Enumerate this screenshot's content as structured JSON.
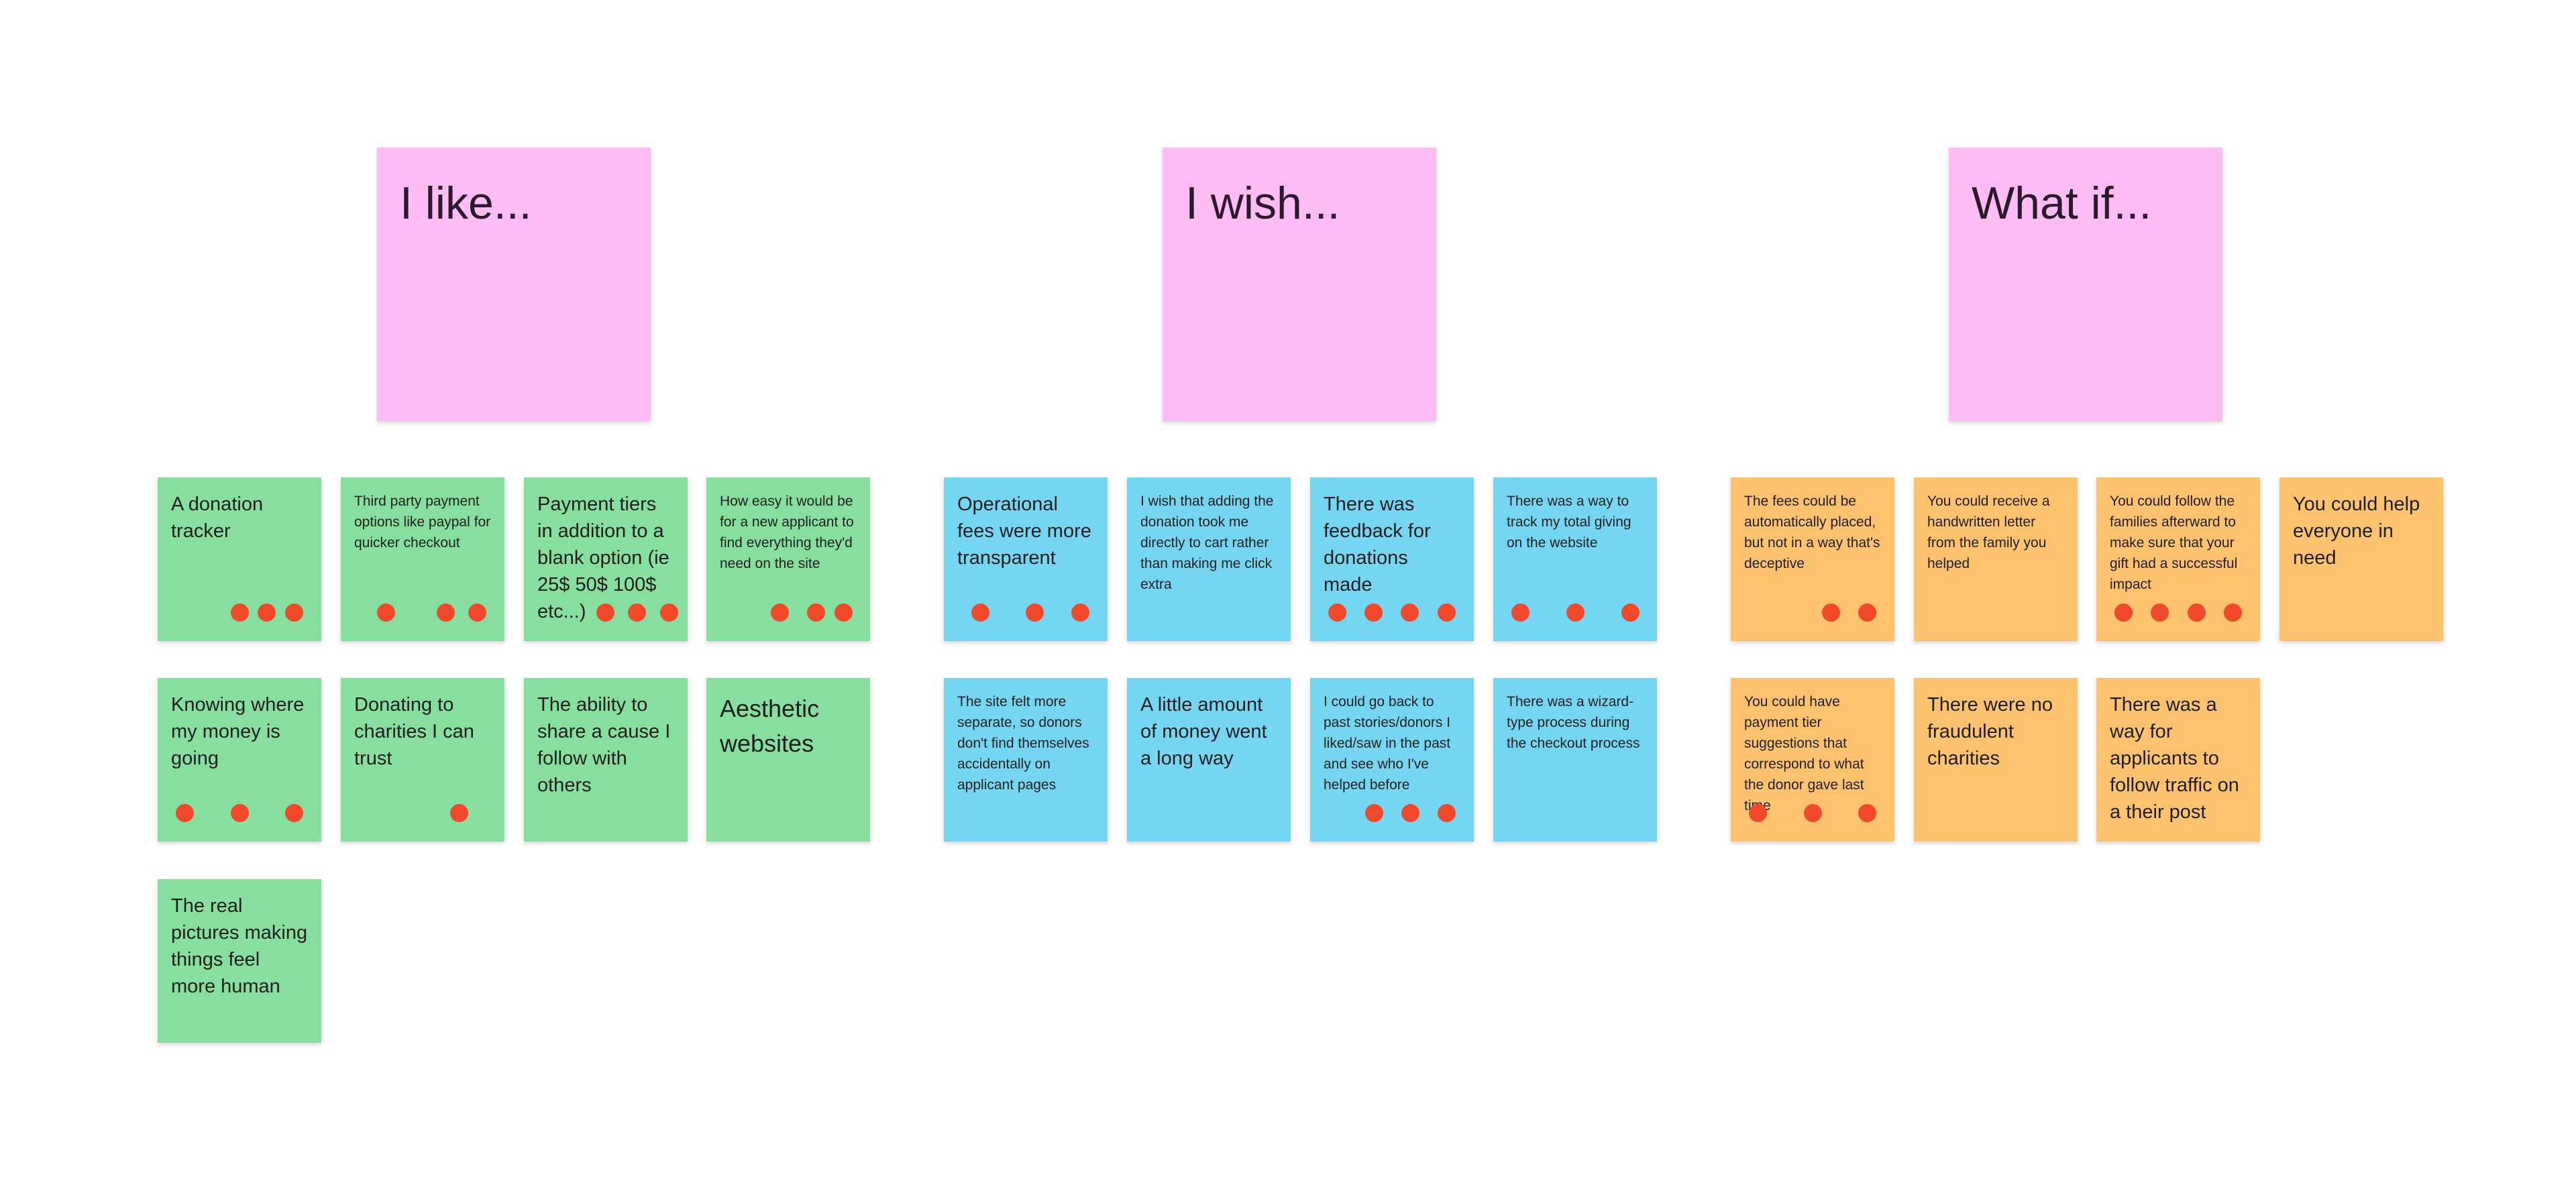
{
  "colors": {
    "header": "#fdbcf3",
    "like": "#86df9f",
    "wish": "#74d6f0",
    "whatif": "#fcc26e",
    "vote_dot": "#f2492a"
  },
  "headers": [
    {
      "label": "I like..."
    },
    {
      "label": "I wish..."
    },
    {
      "label": "What if..."
    }
  ],
  "notes": [
    {
      "text": "A donation tracker",
      "votes": 3
    },
    {
      "text": "Third party payment options like paypal for quicker checkout",
      "votes": 3
    },
    {
      "text": "Payment tiers in addition to a blank option (ie 25$ 50$ 100$ etc...)",
      "votes": 3
    },
    {
      "text": "How easy it would be for a new applicant to find everything they'd need on the site",
      "votes": 3
    },
    {
      "text": "Knowing where my money is going",
      "votes": 3
    },
    {
      "text": "Donating to charities I can trust",
      "votes": 1
    },
    {
      "text": "The ability to share a cause I follow with others",
      "votes": 0
    },
    {
      "text": "Aesthetic websites",
      "votes": 0
    },
    {
      "text": "The real pictures making things feel more human",
      "votes": 0
    },
    {
      "text": "Operational fees were more transparent",
      "votes": 3
    },
    {
      "text": "I wish that adding the donation took me directly to cart rather than making me click extra",
      "votes": 0
    },
    {
      "text": "There was feedback for donations made",
      "votes": 4
    },
    {
      "text": "There was a way to track my total giving on the website",
      "votes": 3
    },
    {
      "text": "The site felt more separate, so donors don't find themselves accidentally on applicant pages",
      "votes": 0
    },
    {
      "text": "A little amount of money went a long way",
      "votes": 0
    },
    {
      "text": "I could go back to past stories/donors I liked/saw in the past and see who I've helped before",
      "votes": 3
    },
    {
      "text": "There was a wizard-type process during the checkout process",
      "votes": 0
    },
    {
      "text": "The fees could be automatically placed, but not in a way that's deceptive",
      "votes": 2
    },
    {
      "text": "You could receive a handwritten letter from the family you helped",
      "votes": 0
    },
    {
      "text": "You could follow the families afterward to make sure that your gift had a successful impact",
      "votes": 4
    },
    {
      "text": "You could help everyone in need",
      "votes": 0
    },
    {
      "text": "You could have payment tier suggestions that correspond to what the donor gave last time",
      "votes": 3
    },
    {
      "text": "There were no fraudulent charities",
      "votes": 0
    },
    {
      "text": "There was a way for applicants to follow traffic on a their post",
      "votes": 0
    }
  ]
}
